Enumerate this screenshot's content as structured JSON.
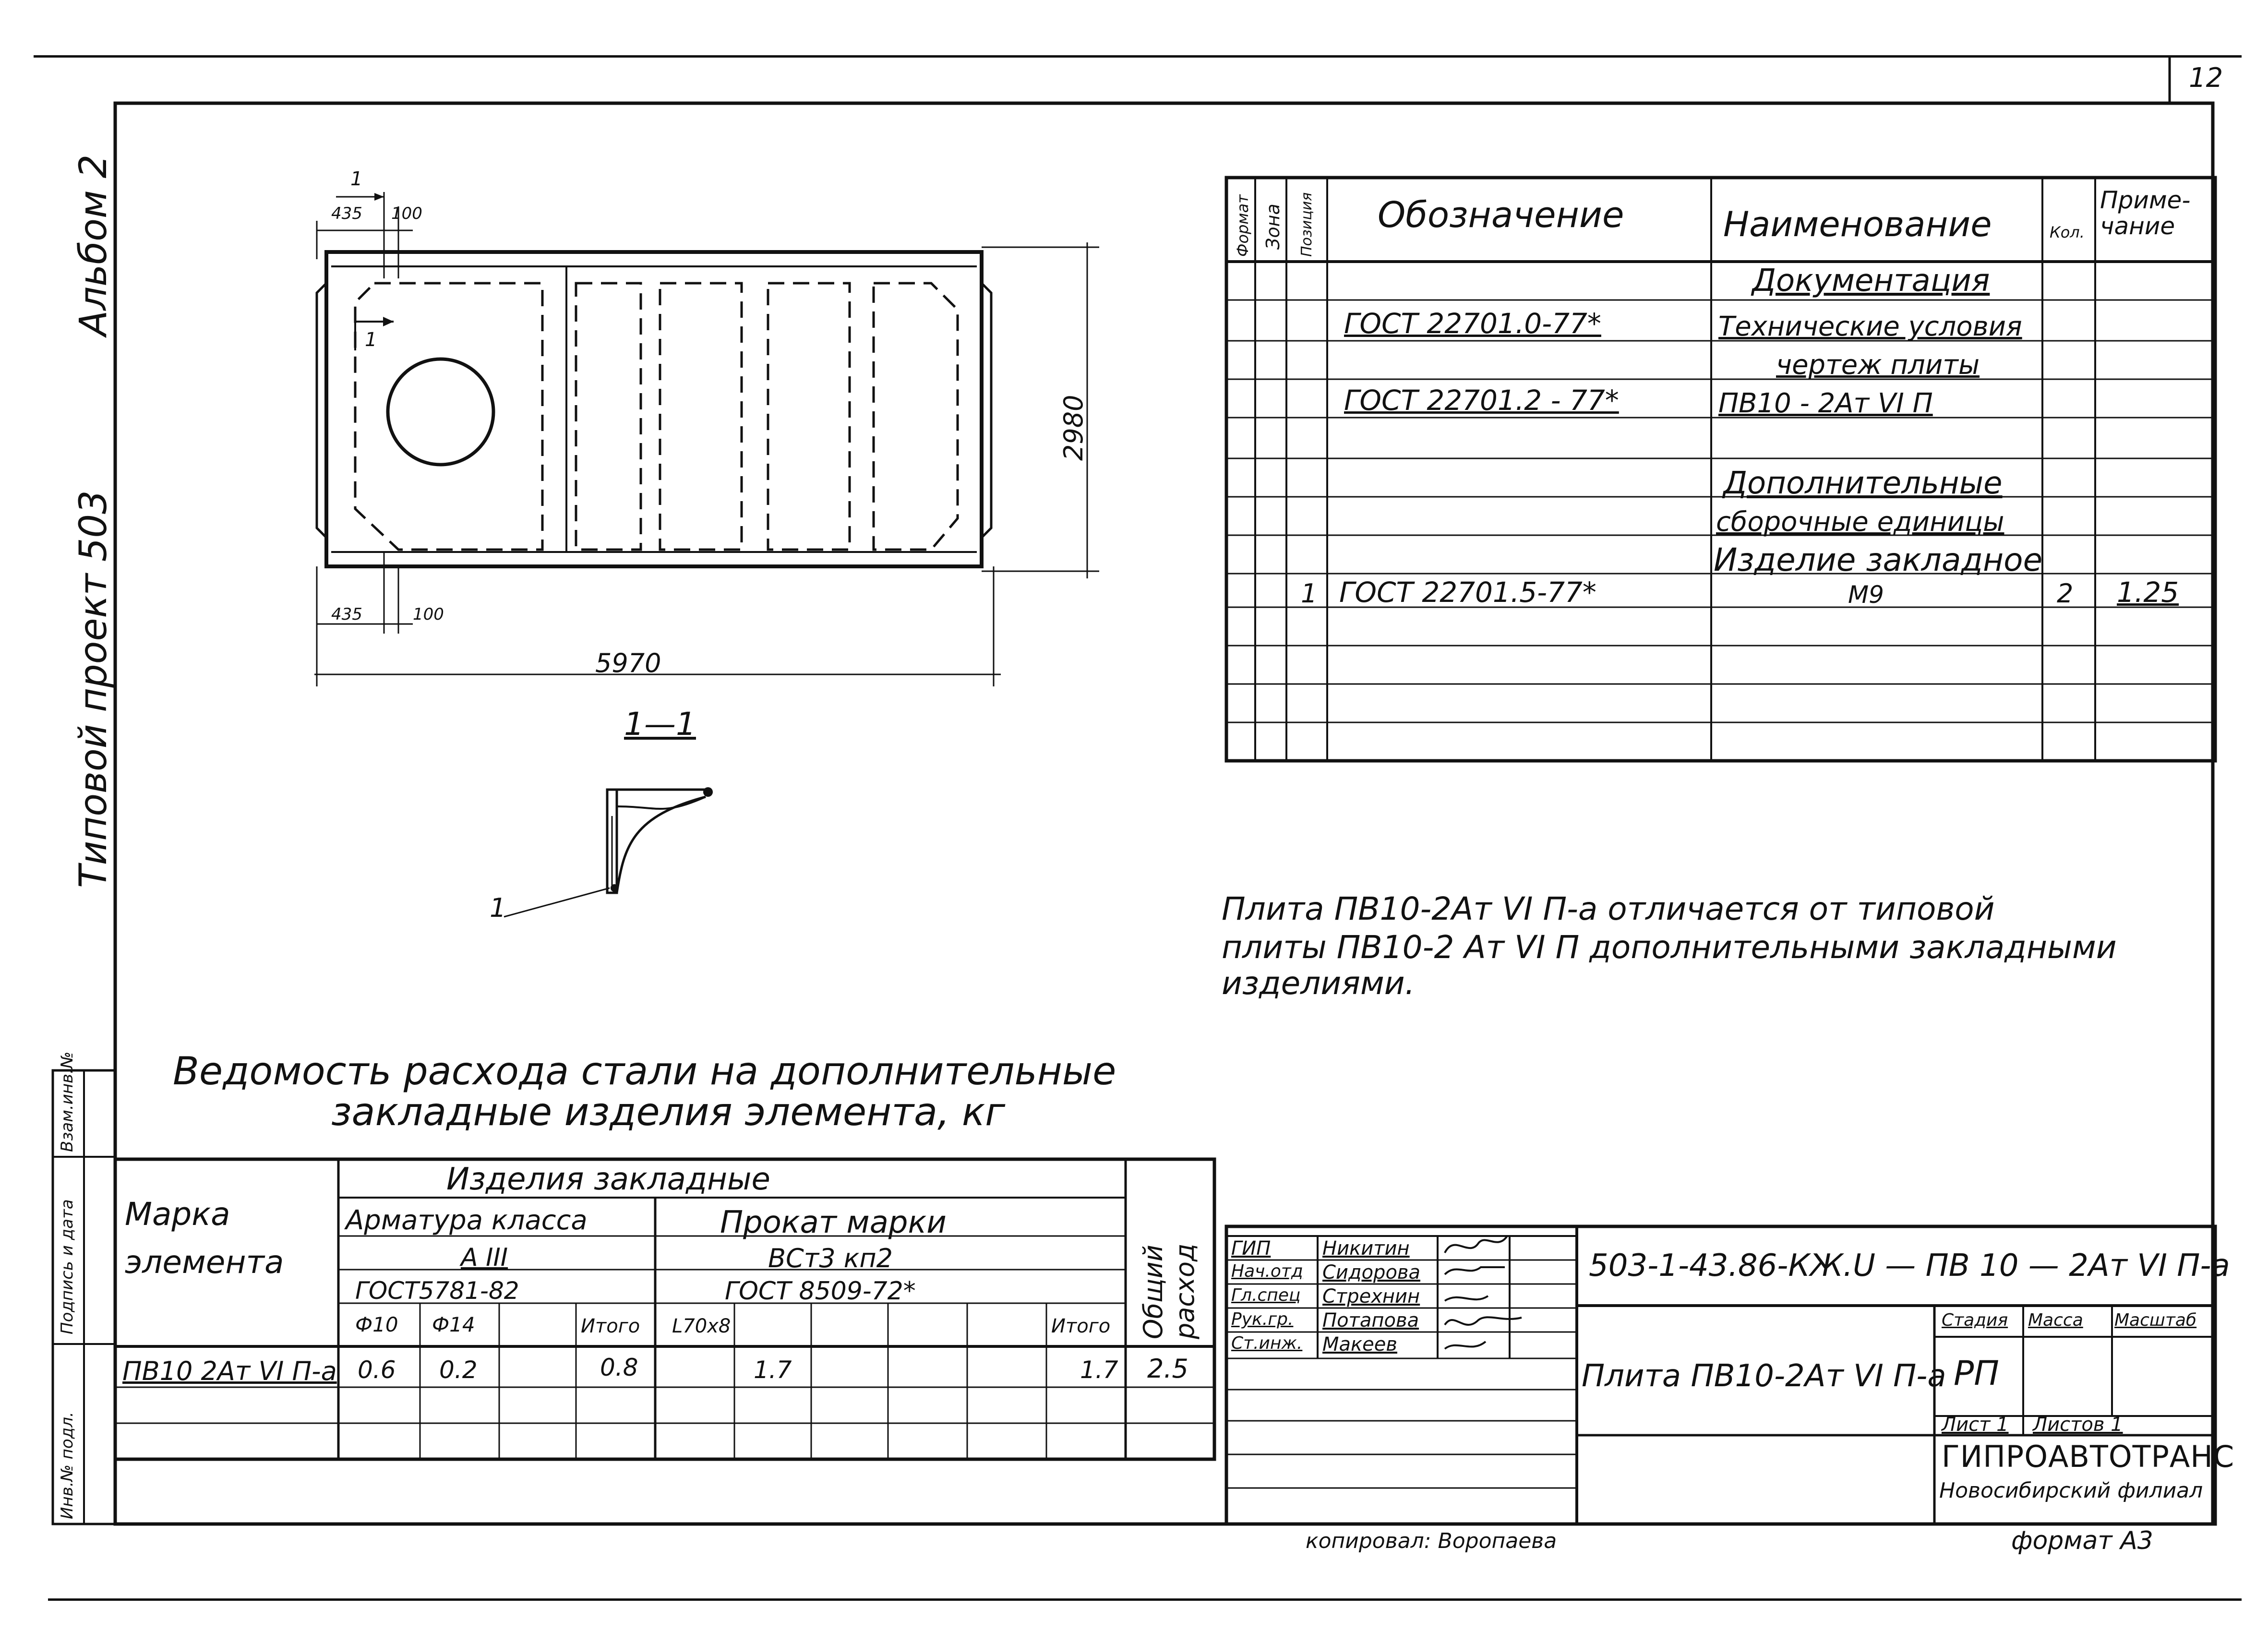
{
  "sheet": {
    "page_number": "12",
    "copied_by": "копировал: Воропаева",
    "format": "формат А3"
  },
  "side_text": {
    "series": "Типовой   проект 503",
    "album": "Альбом 2",
    "stamps": [
      "Инв.№ подл.",
      "Подпись и дата",
      "Взам.инв.№"
    ]
  },
  "plan": {
    "dim_435_top": "435",
    "dim_100_top": "100",
    "dim_435_bottom": "435",
    "dim_100_bottom": "100",
    "dim_length": "5970",
    "dim_width": "2980",
    "section_mark": "1",
    "section_mark_2": "1"
  },
  "section": {
    "title": "1—1",
    "leader": "1"
  },
  "spec": {
    "headers": {
      "format": "Формат",
      "zone": "Зона",
      "position": "Позиция",
      "designation": "Обозначение",
      "name": "Наименование",
      "qty": "Кол.",
      "note": "Приме- чание"
    },
    "rows": [
      {
        "pos": "",
        "designation": "",
        "name": "Документация",
        "qty": "",
        "note": "",
        "underline": true
      },
      {
        "pos": "",
        "designation": "ГОСТ 22701.0-77*",
        "name": "Технические условия",
        "qty": "",
        "note": ""
      },
      {
        "pos": "",
        "designation": "",
        "name": "чертеж   плиты",
        "qty": "",
        "note": ""
      },
      {
        "pos": "",
        "designation": "ГОСТ 22701.2 - 77*",
        "name": "ПВ10 - 2Ат VI П",
        "qty": "",
        "note": ""
      },
      {
        "pos": "",
        "designation": "",
        "name": "",
        "qty": "",
        "note": ""
      },
      {
        "pos": "",
        "designation": "",
        "name": "Дополнительные",
        "qty": "",
        "note": "",
        "underline": true
      },
      {
        "pos": "",
        "designation": "",
        "name": "сборочные единицы",
        "qty": "",
        "note": "",
        "underline": true
      },
      {
        "pos": "",
        "designation": "",
        "name": "Изделие закладное",
        "qty": "",
        "note": ""
      },
      {
        "pos": "1",
        "designation": "ГОСТ 22701.5-77*",
        "name": "М9",
        "qty": "2",
        "note": "1.25"
      },
      {
        "pos": "",
        "designation": "",
        "name": "",
        "qty": "",
        "note": ""
      },
      {
        "pos": "",
        "designation": "",
        "name": "",
        "qty": "",
        "note": ""
      },
      {
        "pos": "",
        "designation": "",
        "name": "",
        "qty": "",
        "note": ""
      }
    ]
  },
  "note_text": [
    "Плита   ПВ10-2Ат VI П-а отличается от типовой",
    "плиты  ПВ10-2 Ат VI П  дополнительными закладными",
    "изделиями."
  ],
  "steel": {
    "title_line1": "Ведомость расхода стали на дополнительные",
    "title_line2": "закладные изделия элемента, кг",
    "mark_header": "Марка элемента",
    "group_header": "Изделия   закладные",
    "armature_header": "Арматура класса",
    "armature_class": "А III",
    "armature_gost": "ГОСТ5781-82",
    "rolled_header": "Прокат марки",
    "rolled_grade": "ВСт3  кп2",
    "rolled_gost": "ГОСТ 8509-72*",
    "total_header": "Общий расход",
    "sub_headers": [
      "Ф10",
      "Ф14",
      "",
      "Итого",
      "L70х8",
      "",
      "",
      "",
      "Итого"
    ],
    "rows": [
      {
        "mark": "ПВ10 2Ат VI П-а",
        "f10": "0.6",
        "f14": "0.2",
        "c3": "",
        "total_arm": "0.8",
        "l70": "1.7",
        "c6": "",
        "c7": "",
        "c8": "",
        "total_rolled": "1.7",
        "total": "2.5"
      }
    ]
  },
  "title_block": {
    "roles": [
      {
        "role": "ГИП",
        "name": "Никитин"
      },
      {
        "role": "Нач.отд",
        "name": "Сидорова"
      },
      {
        "role": "Гл.спец",
        "name": "Стрехнин"
      },
      {
        "role": "Рук.гр.",
        "name": "Потапова"
      },
      {
        "role": "Ст.инж.",
        "name": "Макеев"
      }
    ],
    "code": "503-1-43.86-КЖ.U — ПВ 10 — 2Ат VI П-а",
    "sheet_title": "Плита  ПВ10-2Ат VI П-а",
    "stage_label": "Стадия",
    "mass_label": "Масса",
    "scale_label": "Масштаб",
    "stage_value": "РП",
    "sheet_label": "Лист 1",
    "sheets_label": "Листов 1",
    "org_name": "ГИПРОАВТОТРАНС",
    "org_branch": "Новосибирский филиал"
  }
}
